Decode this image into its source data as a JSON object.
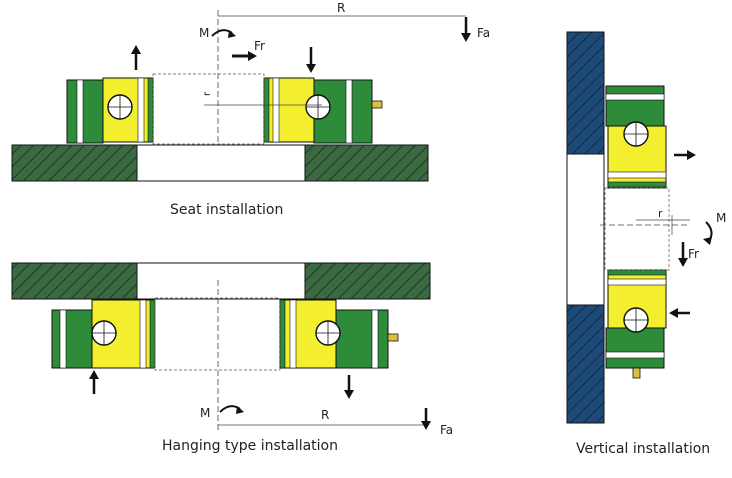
{
  "captions": {
    "seat": "Seat installation",
    "hanging": "Hanging type installation",
    "vertical": "Vertical installation"
  },
  "labels": {
    "moment": "M",
    "radial_force": "Fr",
    "radius_large": "R",
    "radius_small": "r",
    "axial_force": "Fa"
  },
  "colors": {
    "green": "#2e8b3a",
    "yellow": "#f3ef2f",
    "blue": "#1e4a78",
    "hatch_green": "#3b6a42",
    "bolt": "#d9c040"
  }
}
